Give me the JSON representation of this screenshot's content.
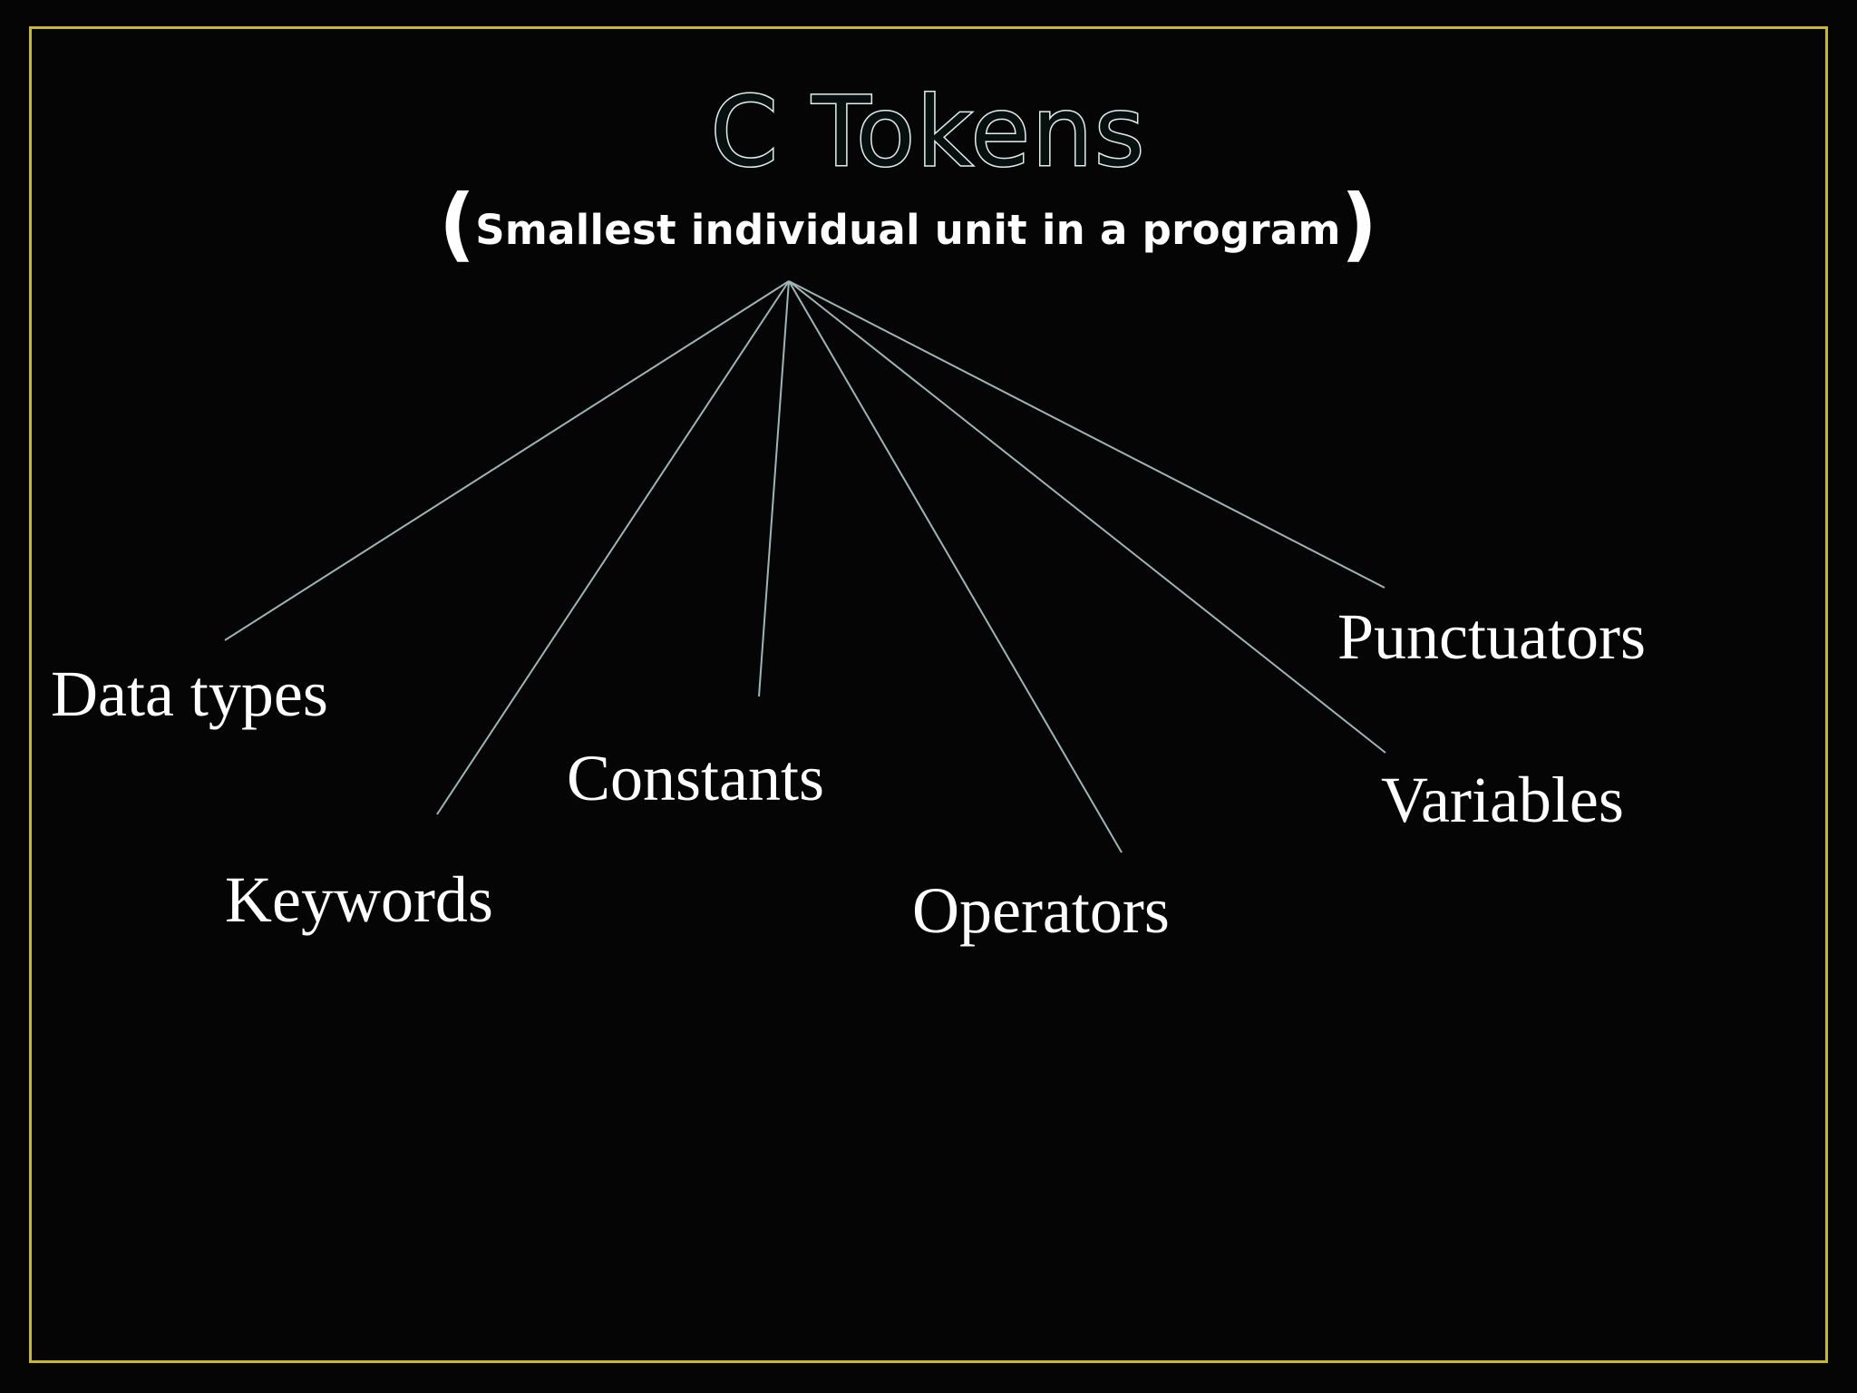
{
  "slide": {
    "title": "C Tokens",
    "subtitle": {
      "open_paren": "(",
      "text": "Smallest individual unit in a program",
      "close_paren": ")"
    }
  },
  "tokens": [
    {
      "id": "data-types",
      "label": "Data types"
    },
    {
      "id": "keywords",
      "label": "Keywords"
    },
    {
      "id": "constants",
      "label": "Constants"
    },
    {
      "id": "operators",
      "label": "Operators"
    },
    {
      "id": "variables",
      "label": "Variables"
    },
    {
      "id": "punctuators",
      "label": "Punctuators"
    }
  ],
  "colors": {
    "background": "#050505",
    "frame": "#c9b82a",
    "connector": "#9fb4b4",
    "text": "#ffffff"
  }
}
